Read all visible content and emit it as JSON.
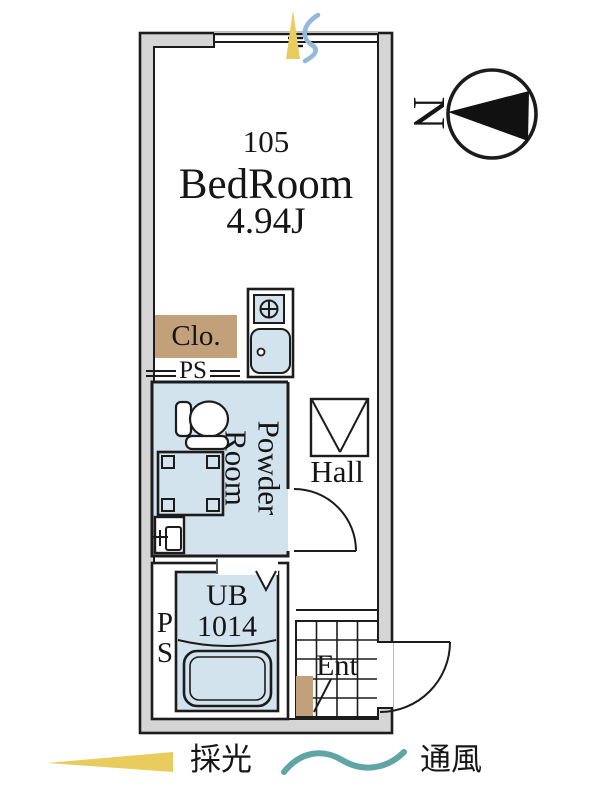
{
  "unit": {
    "number": "105"
  },
  "rooms": {
    "bedroom": {
      "label": "BedRoom",
      "size": "4.94J"
    },
    "closet": {
      "label": "Clo."
    },
    "pipe_space_upper": {
      "label": "PS"
    },
    "powder_room": {
      "label": "Powder\nRoom"
    },
    "hall": {
      "label": "Hall"
    },
    "unit_bath": {
      "label": "UB\n1014"
    },
    "pipe_space_lower": {
      "label": "P\nS"
    },
    "entrance": {
      "label": "Ent"
    }
  },
  "compass": {
    "north_label": "N"
  },
  "legend": {
    "daylight_label": "採光",
    "ventilation_label": "通風",
    "daylight_symbol": "yellow-taper-ray",
    "ventilation_symbol": "teal-wave"
  },
  "colors": {
    "wall_fill": "#d5d5d5",
    "line": "#1c1c1c",
    "room_blue": "#d3e3ee",
    "closet_tan": "#c2a079",
    "daylight_yellow": "#e8cd5e",
    "ventilation_teal": "#5fa5a4",
    "window_breeze_blue": "#94b8dc"
  }
}
